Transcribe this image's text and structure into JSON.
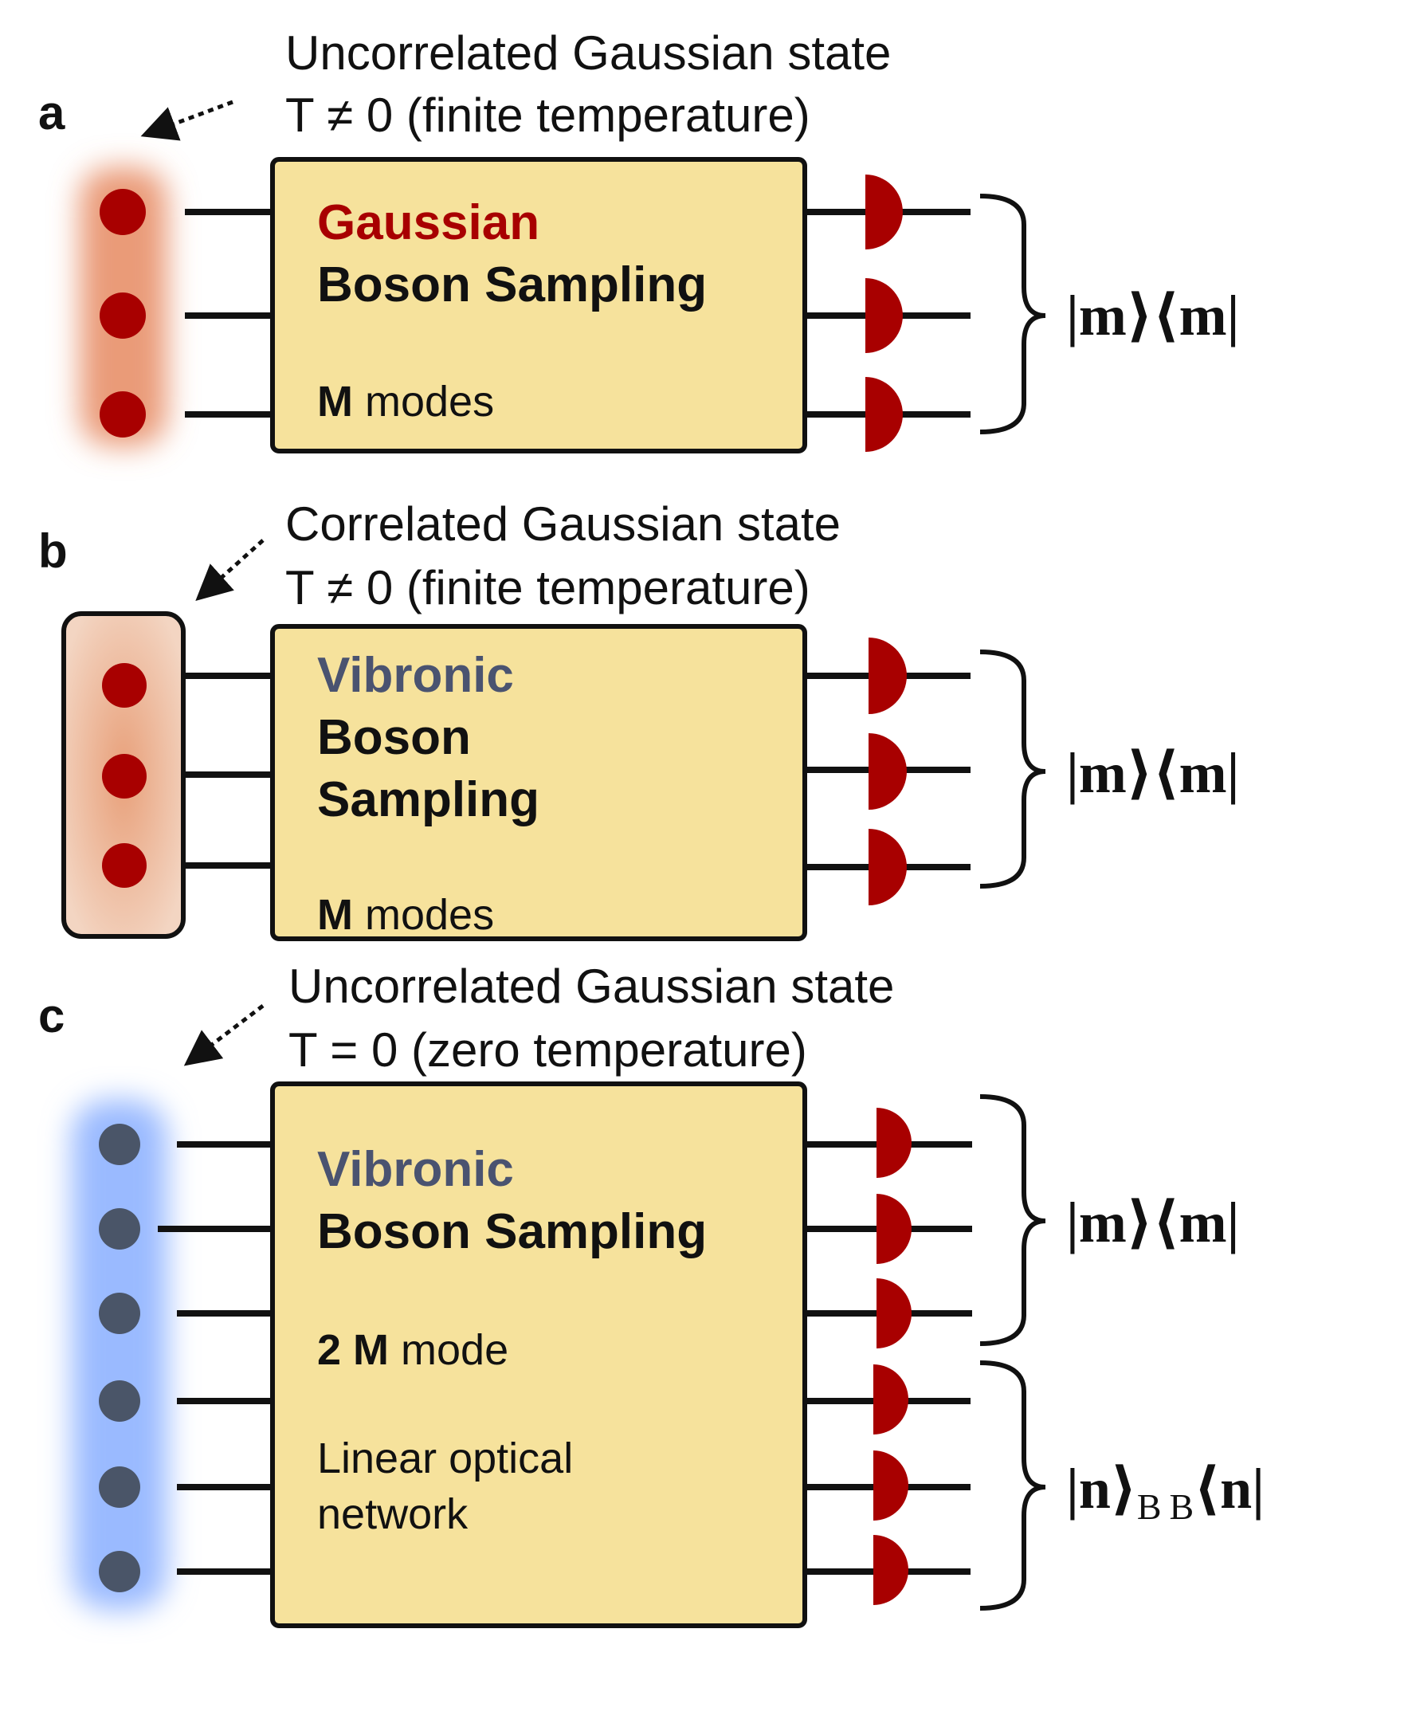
{
  "colors": {
    "box_fill": "#f6e29c",
    "detector": "#a80000",
    "dot_thermal": "#a80000",
    "dot_vacuum": "#4a5568",
    "glow_thermal": "#e8906a",
    "glow_vacuum": "#8fb3ff",
    "title_gaussian": "#a80000",
    "title_vibronic": "#4a5370",
    "line": "#111111"
  },
  "panels": [
    {
      "id": "a",
      "label": "a",
      "caption_line1": "Uncorrelated Gaussian state",
      "caption_line2": "T ≠ 0 (finite temperature)",
      "box_lines": [
        "Gaussian",
        "Boson Sampling"
      ],
      "mode_bold": "M",
      "mode_rest": " modes",
      "network_lines": [],
      "input_modes": 3,
      "correlated": false,
      "temperature": "finite",
      "outputs": [
        {
          "count": 3,
          "ket": "|m⟩",
          "bra": "⟨m|",
          "sub_ket": "",
          "sub_bra": ""
        }
      ]
    },
    {
      "id": "b",
      "label": "b",
      "caption_line1": "Correlated Gaussian state",
      "caption_line2": "T ≠ 0 (finite temperature)",
      "box_lines": [
        "Vibronic",
        "Boson",
        "Sampling"
      ],
      "mode_bold": "M",
      "mode_rest": " modes",
      "network_lines": [],
      "input_modes": 3,
      "correlated": true,
      "temperature": "finite",
      "outputs": [
        {
          "count": 3,
          "ket": "|m⟩",
          "bra": "⟨m|",
          "sub_ket": "",
          "sub_bra": ""
        }
      ]
    },
    {
      "id": "c",
      "label": "c",
      "caption_line1": "Uncorrelated Gaussian state",
      "caption_line2": "T = 0 (zero temperature)",
      "box_lines": [
        "Vibronic",
        "Boson Sampling"
      ],
      "mode_bold": "2 M",
      "mode_rest": " mode",
      "network_lines": [
        "Linear optical",
        "network"
      ],
      "input_modes": 6,
      "correlated": false,
      "temperature": "zero",
      "outputs": [
        {
          "count": 3,
          "ket": "|m⟩",
          "bra": "⟨m|",
          "sub_ket": "",
          "sub_bra": ""
        },
        {
          "count": 3,
          "ket": "|n⟩",
          "bra": "⟨n|",
          "sub_ket": "B",
          "sub_bra": "B"
        }
      ]
    }
  ]
}
